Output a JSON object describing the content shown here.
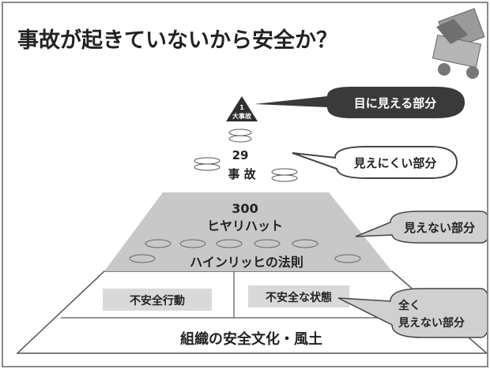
{
  "slide": {
    "title": "事故が起きていないから安全か？"
  },
  "pyramid": {
    "top": {
      "count": "1",
      "label": "大事故"
    },
    "middle": {
      "count": "29",
      "label": "事 故"
    },
    "near_miss": {
      "count": "300",
      "label": "ヒヤリハット"
    },
    "law": "ハインリッヒの法則",
    "unsafe_acts": "不安全行動",
    "unsafe_conditions": "不安全な状態",
    "foundation": "組織の安全文化・風土"
  },
  "callouts": {
    "visible": "目に見える部分",
    "hard_to_see": "見えにくい部分",
    "not_visible": "見えない部分",
    "completely_invisible_line1": "全く",
    "completely_invisible_line2": "見えない部分"
  },
  "colors": {
    "dark_callout": "#3a3a3a",
    "gray_band": "#c8c8c8",
    "label_box": "#d9d9d9",
    "outline": "#555555"
  }
}
